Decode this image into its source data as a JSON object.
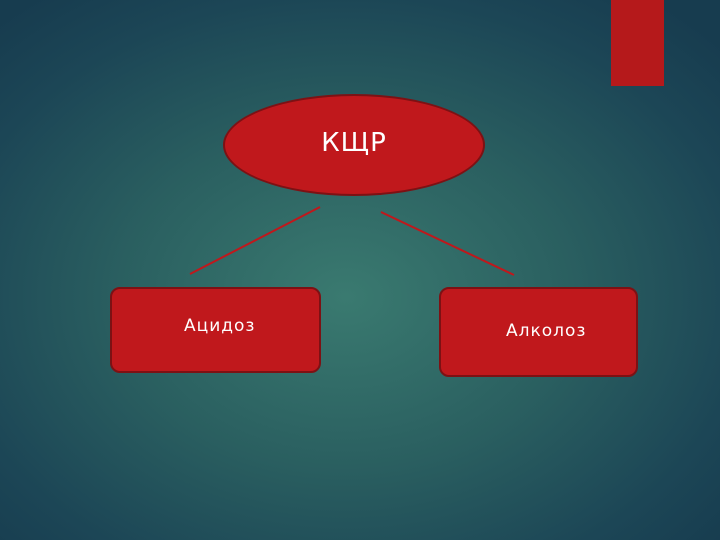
{
  "diagram": {
    "root": {
      "label": "КЩР"
    },
    "children": [
      {
        "label": "Ацидоз"
      },
      {
        "label": "Алколоз"
      }
    ]
  },
  "colors": {
    "node_fill": "#c0181c",
    "node_border": "#7d1114",
    "connector": "#c0181c",
    "accent": "#b5191b",
    "background": "#2a5f60",
    "text": "#ffffff"
  }
}
